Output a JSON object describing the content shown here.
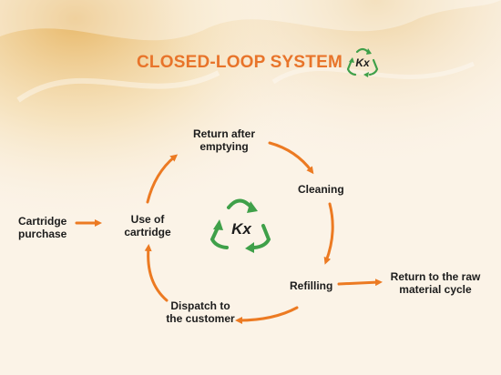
{
  "title": "CLOSED-LOOP SYSTEM",
  "logo_text": "Kx",
  "center_logo_text": "Kx",
  "steps": {
    "cartridge_purchase": [
      "Cartridge",
      "purchase"
    ],
    "use_of_cartridge": [
      "Use of",
      "cartridge"
    ],
    "return_after_emptying": [
      "Return after",
      "emptying"
    ],
    "cleaning": "Cleaning",
    "refilling": "Refilling",
    "raw_material": [
      "Return to the raw",
      "material cycle"
    ],
    "dispatch": [
      "Dispatch to",
      "the customer"
    ]
  },
  "colors": {
    "title": "#e8742a",
    "arrow": "#ec7a22",
    "recycle_green": "#3fa049",
    "text": "#1c1c1c"
  }
}
